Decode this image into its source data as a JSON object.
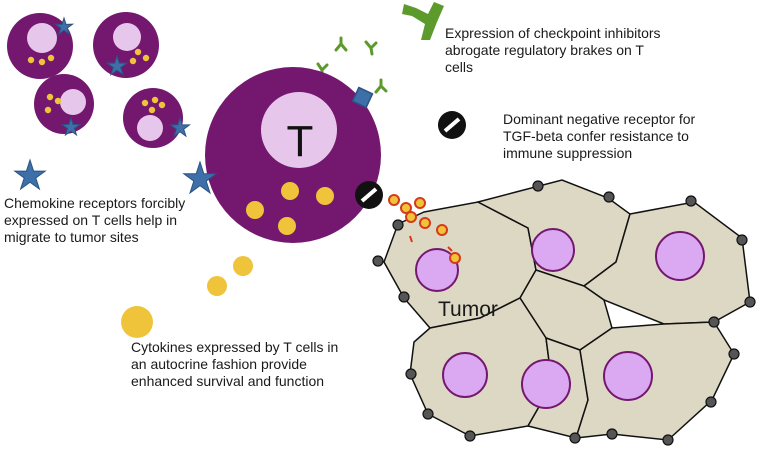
{
  "t_cell": {
    "letter": "T"
  },
  "tumor": {
    "label": "Tumor"
  },
  "annotations": {
    "checkpoint": [
      "Expression of checkpoint inhibitors",
      "abrogate regulatory brakes on T",
      "cells"
    ],
    "dominant_negative": [
      "Dominant negative receptor for",
      "TGF-beta confer resistance to",
      "immune suppression"
    ],
    "chemokine": [
      "Chemokine receptors forcibly",
      "expressed on T cells help in",
      "migrate to tumor sites"
    ],
    "cytokines": [
      "Cytokines expressed by T cells in",
      "an autocrine fashion provide",
      "enhanced survival and function"
    ]
  },
  "colors": {
    "cell_purple": "#73186e",
    "nucleus": "#e6c6ea",
    "star_blue": "#3d6fa8",
    "cytokine_gold": "#efc43a",
    "antibody_green": "#5d9a2c",
    "tumor_fill": "#ddd8c4",
    "tumor_nucleus": "#dba8f2"
  }
}
